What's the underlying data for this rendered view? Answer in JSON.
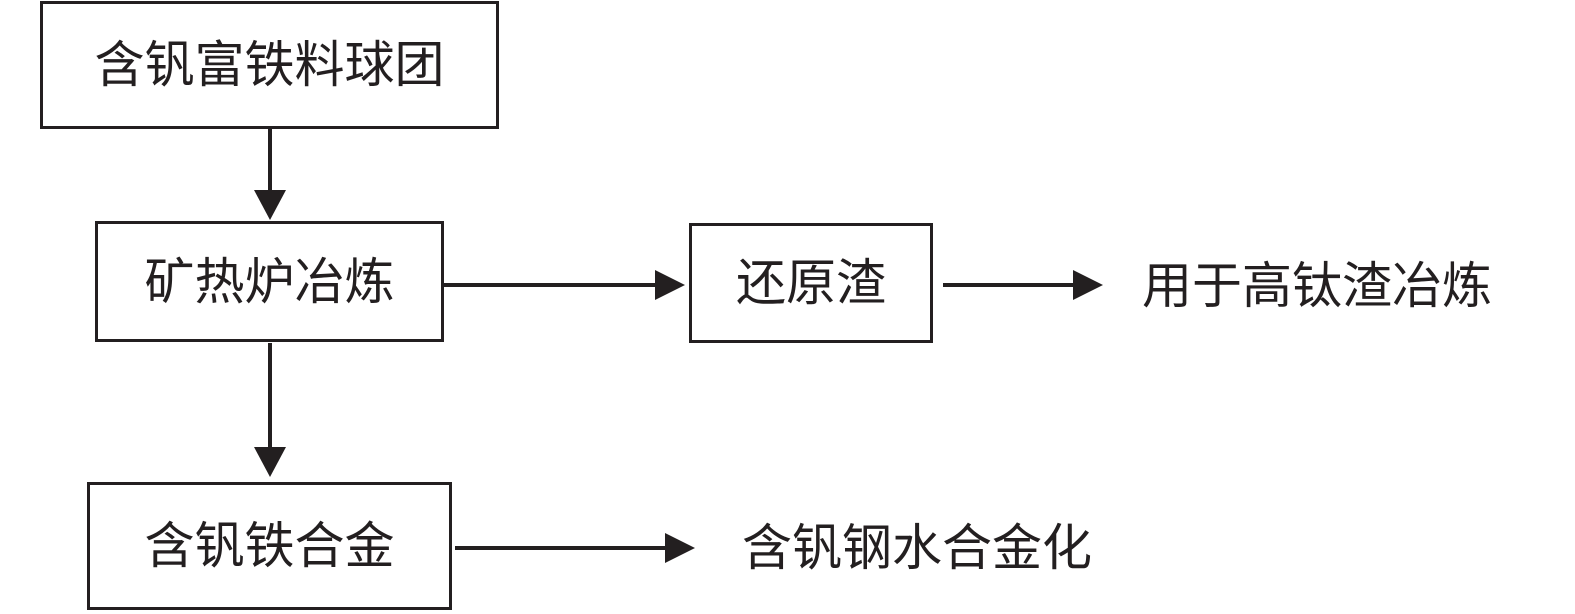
{
  "nodes": {
    "pellets": "含钒富铁料球团",
    "smelting": "矿热炉冶炼",
    "slag": "还原渣",
    "alloy": "含钒铁合金"
  },
  "outputs": {
    "slag_use": "用于高钛渣冶炼",
    "alloy_use": "含钒钢水合金化"
  }
}
